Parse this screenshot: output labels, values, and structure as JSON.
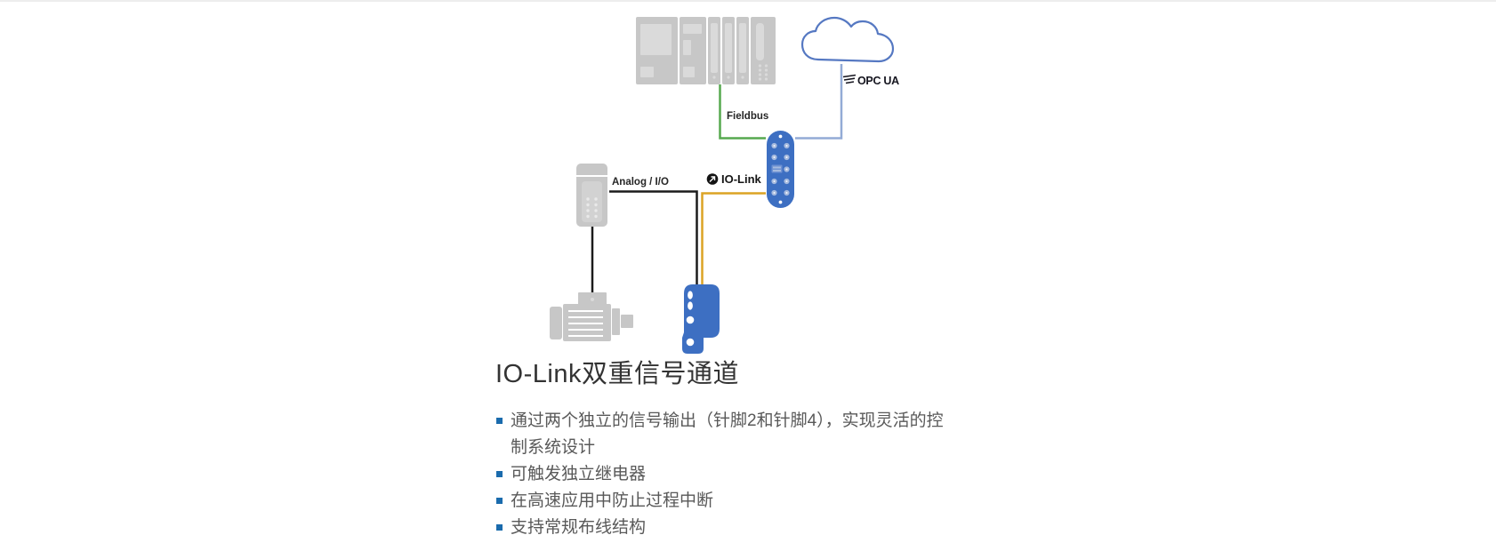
{
  "page": {
    "background": "#ffffff",
    "top_divider_color": "#ededed"
  },
  "diagram": {
    "nodes": [
      "plc-controller",
      "cloud",
      "io-link-master",
      "analog-io-device",
      "motor",
      "io-link-sensor"
    ],
    "labels": {
      "fieldbus": "Fieldbus",
      "analog_io": "Analog / I/O",
      "io_link": "IO-Link",
      "opc_ua": "OPC UA"
    },
    "colors": {
      "fieldbus_line_green": "#56a94f",
      "opcua_line_blue": "#93abd6",
      "iolink_line_yellow": "#dca324",
      "analog_line_black": "#1b1b1b",
      "device_gray": "#c7c7c7",
      "device_gray_light": "#dadada",
      "master_blue": "#3d6fc2",
      "sensor_blue": "#3d6fc2",
      "cloud_stroke_blue": "#5578c2"
    }
  },
  "content": {
    "title": "IO-Link双重信号通道",
    "bullet_color": "#1a6bad",
    "bullets": [
      "通过两个独立的信号输出（针脚2和针脚4），实现灵活的控制系统设计",
      "可触发独立继电器",
      "在高速应用中防止过程中断",
      "支持常规布线结构"
    ]
  }
}
